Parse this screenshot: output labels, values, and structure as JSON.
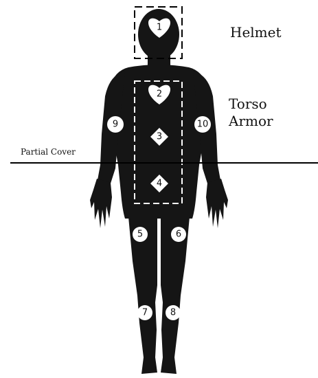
{
  "labels": {
    "helmet": "Helmet",
    "torso_line1": "Torso",
    "torso_line2": "Armor",
    "partial_cover": "Partial Cover"
  },
  "markers": [
    {
      "id": "1",
      "shape": "heart"
    },
    {
      "id": "2",
      "shape": "heart"
    },
    {
      "id": "3",
      "shape": "diamond"
    },
    {
      "id": "4",
      "shape": "diamond"
    },
    {
      "id": "5",
      "shape": "circle"
    },
    {
      "id": "6",
      "shape": "circle"
    },
    {
      "id": "7",
      "shape": "circle"
    },
    {
      "id": "8",
      "shape": "circle"
    },
    {
      "id": "9",
      "shape": "circle"
    },
    {
      "id": "10",
      "shape": "circle"
    }
  ],
  "colors": {
    "silhouette": "#151515",
    "marker_fill": "#ffffff",
    "line": "#000000"
  }
}
